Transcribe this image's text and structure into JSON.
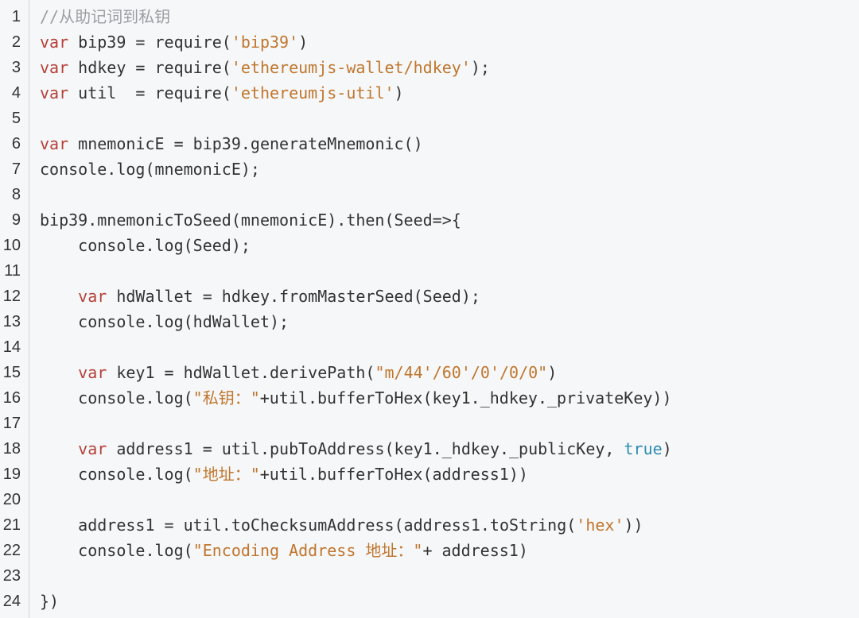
{
  "editor": {
    "colors": {
      "background": "#f6f7f8",
      "keyword": "#b5413a",
      "string": "#c0762e",
      "comment": "#9a9ea3",
      "boolean": "#2e8bb3",
      "text": "#333333"
    },
    "lines": [
      {
        "number": "1",
        "tokens": [
          {
            "t": "cmt",
            "text": "//从助记词到私钥"
          }
        ]
      },
      {
        "number": "2",
        "tokens": [
          {
            "t": "kw",
            "text": "var"
          },
          {
            "t": "plain",
            "text": " bip39 = require("
          },
          {
            "t": "str",
            "text": "'bip39'"
          },
          {
            "t": "plain",
            "text": ")"
          }
        ]
      },
      {
        "number": "3",
        "tokens": [
          {
            "t": "kw",
            "text": "var"
          },
          {
            "t": "plain",
            "text": " hdkey = require("
          },
          {
            "t": "str",
            "text": "'ethereumjs-wallet/hdkey'"
          },
          {
            "t": "plain",
            "text": ");"
          }
        ]
      },
      {
        "number": "4",
        "tokens": [
          {
            "t": "kw",
            "text": "var"
          },
          {
            "t": "plain",
            "text": " util  = require("
          },
          {
            "t": "str",
            "text": "'ethereumjs-util'"
          },
          {
            "t": "plain",
            "text": ")"
          }
        ]
      },
      {
        "number": "5",
        "tokens": []
      },
      {
        "number": "6",
        "tokens": [
          {
            "t": "kw",
            "text": "var"
          },
          {
            "t": "plain",
            "text": " mnemonicE = bip39.generateMnemonic()"
          }
        ]
      },
      {
        "number": "7",
        "tokens": [
          {
            "t": "plain",
            "text": "console.log(mnemonicE);"
          }
        ]
      },
      {
        "number": "8",
        "tokens": []
      },
      {
        "number": "9",
        "tokens": [
          {
            "t": "plain",
            "text": "bip39.mnemonicToSeed(mnemonicE).then(Seed=>{"
          }
        ]
      },
      {
        "number": "10",
        "tokens": [
          {
            "t": "plain",
            "text": "    console.log(Seed);"
          }
        ]
      },
      {
        "number": "11",
        "tokens": []
      },
      {
        "number": "12",
        "tokens": [
          {
            "t": "plain",
            "text": "    "
          },
          {
            "t": "kw",
            "text": "var"
          },
          {
            "t": "plain",
            "text": " hdWallet = hdkey.fromMasterSeed(Seed);"
          }
        ]
      },
      {
        "number": "13",
        "tokens": [
          {
            "t": "plain",
            "text": "    console.log(hdWallet);"
          }
        ]
      },
      {
        "number": "14",
        "tokens": []
      },
      {
        "number": "15",
        "tokens": [
          {
            "t": "plain",
            "text": "    "
          },
          {
            "t": "kw",
            "text": "var"
          },
          {
            "t": "plain",
            "text": " key1 = hdWallet.derivePath("
          },
          {
            "t": "str",
            "text": "\"m/44'/60'/0'/0/0\""
          },
          {
            "t": "plain",
            "text": ")"
          }
        ]
      },
      {
        "number": "16",
        "tokens": [
          {
            "t": "plain",
            "text": "    console.log("
          },
          {
            "t": "str",
            "text": "\"私钥：\""
          },
          {
            "t": "plain",
            "text": "+util.bufferToHex(key1._hdkey._privateKey))"
          }
        ]
      },
      {
        "number": "17",
        "tokens": []
      },
      {
        "number": "18",
        "tokens": [
          {
            "t": "plain",
            "text": "    "
          },
          {
            "t": "kw",
            "text": "var"
          },
          {
            "t": "plain",
            "text": " address1 = util.pubToAddress(key1._hdkey._publicKey, "
          },
          {
            "t": "bool",
            "text": "true"
          },
          {
            "t": "plain",
            "text": ")"
          }
        ]
      },
      {
        "number": "19",
        "tokens": [
          {
            "t": "plain",
            "text": "    console.log("
          },
          {
            "t": "str",
            "text": "\"地址：\""
          },
          {
            "t": "plain",
            "text": "+util.bufferToHex(address1))"
          }
        ]
      },
      {
        "number": "20",
        "tokens": []
      },
      {
        "number": "21",
        "tokens": [
          {
            "t": "plain",
            "text": "    address1 = util.toChecksumAddress(address1.toString("
          },
          {
            "t": "str",
            "text": "'hex'"
          },
          {
            "t": "plain",
            "text": "))"
          }
        ]
      },
      {
        "number": "22",
        "tokens": [
          {
            "t": "plain",
            "text": "    console.log("
          },
          {
            "t": "str",
            "text": "\"Encoding Address 地址：\""
          },
          {
            "t": "plain",
            "text": "+ address1)"
          }
        ]
      },
      {
        "number": "23",
        "tokens": []
      },
      {
        "number": "24",
        "tokens": [
          {
            "t": "plain",
            "text": "})"
          }
        ]
      }
    ]
  }
}
